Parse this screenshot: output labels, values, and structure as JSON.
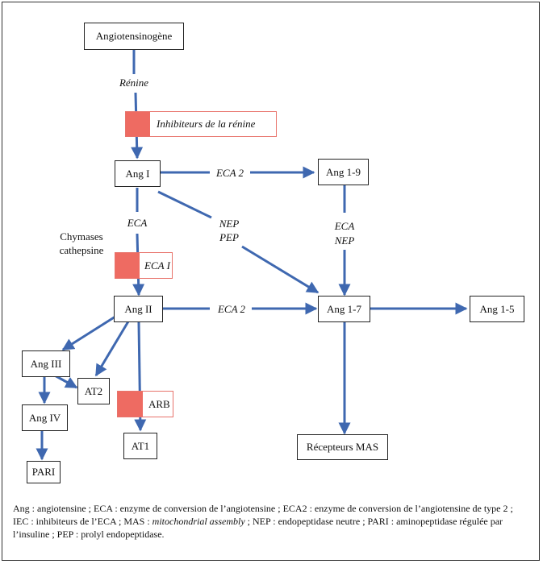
{
  "colors": {
    "arrow": "#3f68b0",
    "inhibitor": "#ee6b62",
    "inhibitor_border": "#e8736b",
    "box_border": "#222222"
  },
  "nodes": {
    "angiotensinogen": "Angiotensinogène",
    "ang1": "Ang I",
    "ang19": "Ang 1-9",
    "ang2": "Ang II",
    "ang17": "Ang 1-7",
    "ang15": "Ang 1-5",
    "ang3": "Ang III",
    "at2": "AT2",
    "ang4": "Ang IV",
    "at1": "AT1",
    "pari": "PARI",
    "mas": "Récepteurs MAS"
  },
  "enzymes": {
    "renin": "Rénine",
    "eca2_top": "ECA 2",
    "eca": "ECA",
    "nep_pep": [
      "NEP",
      "PEP"
    ],
    "eca_nep": [
      "ECA",
      "NEP"
    ],
    "eca2_mid": "ECA 2",
    "chymases": [
      "Chymases",
      "cathepsine"
    ]
  },
  "inhibitors": {
    "renin_inhibitors": "Inhibiteurs de la rénine",
    "eca_inhibitors": "ECA I",
    "arb": "ARB"
  },
  "legend": {
    "part1": "Ang : angiotensine ; ECA : enzyme de conversion de l’angiotensine ; ECA2 : enzyme de conversion de l’angiotensine de type 2 ; IEC : inhibiteurs de l’ECA ; MAS : ",
    "mas_italic": "mitochondrial assembly",
    "part2": " ; NEP : endopeptidase neutre ; PARI : aminopeptidase régulée par l’insuline ;  PEP : prolyl endopeptidase."
  }
}
